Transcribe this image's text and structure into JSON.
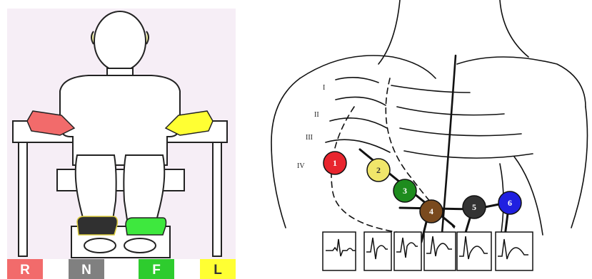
{
  "limb_leads": [
    {
      "label": "R",
      "color": "#f26b6b",
      "text_color": "#ffffff"
    },
    {
      "label": "N",
      "color": "#808080",
      "text_color": "#ffffff"
    },
    {
      "label": "F",
      "color": "#2ecc2e",
      "text_color": "#ffffff"
    },
    {
      "label": "L",
      "color": "#ffff33",
      "text_color": "#333333"
    }
  ],
  "rib_labels": [
    "I",
    "II",
    "III",
    "IV"
  ],
  "chest_electrodes": [
    {
      "label": "1",
      "color": "#e8252e",
      "text_color": "#ffffff"
    },
    {
      "label": "2",
      "color": "#f0e66a",
      "text_color": "#333333"
    },
    {
      "label": "3",
      "color": "#1e8c1e",
      "text_color": "#ffffff"
    },
    {
      "label": "4",
      "color": "#7a4a1e",
      "text_color": "#ffffff"
    },
    {
      "label": "5",
      "color": "#333333",
      "text_color": "#ffffff"
    },
    {
      "label": "6",
      "color": "#2020e0",
      "text_color": "#ffffff"
    }
  ]
}
